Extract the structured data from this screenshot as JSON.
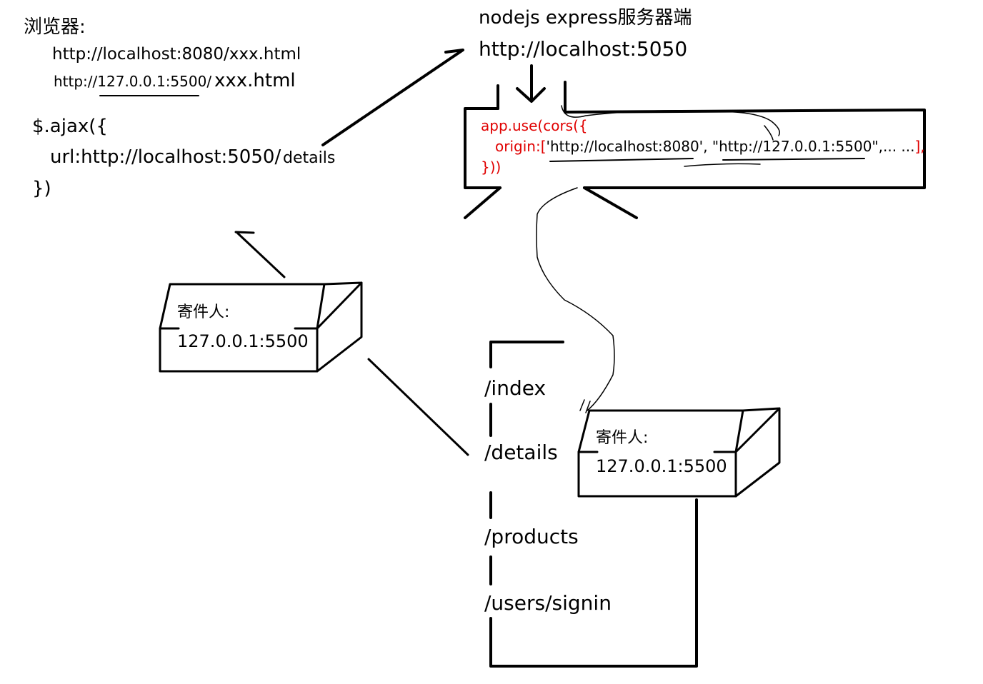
{
  "browser": {
    "title": "浏览器:",
    "urls": [
      "http://localhost:8080/xxx.html",
      "http://127.0.0.1:5500/",
      "xxx.html"
    ],
    "ajax": [
      "$.ajax({",
      "url:http://localhost:5050/",
      "details",
      "})"
    ]
  },
  "server": {
    "title": "nodejs express服务器端",
    "url": "http://localhost:5050",
    "cors": {
      "line1": "app.use(cors({",
      "origin_key": "origin:",
      "bracket_open": "[",
      "origin1": "'http://localhost:8080'",
      "sep": ", ",
      "origin2": "\"http://127.0.0.1:5500\"",
      "ellipsis": ",... ...",
      "bracket_close": "],",
      "line3": "}))"
    }
  },
  "packages": [
    {
      "sender_label": "寄件人:",
      "sender_addr": "127.0.0.1:5500"
    },
    {
      "sender_label": "寄件人:",
      "sender_addr": "127.0.0.1:5500"
    }
  ],
  "routes": [
    "/index",
    "/details",
    "/products",
    "/users/signin"
  ]
}
